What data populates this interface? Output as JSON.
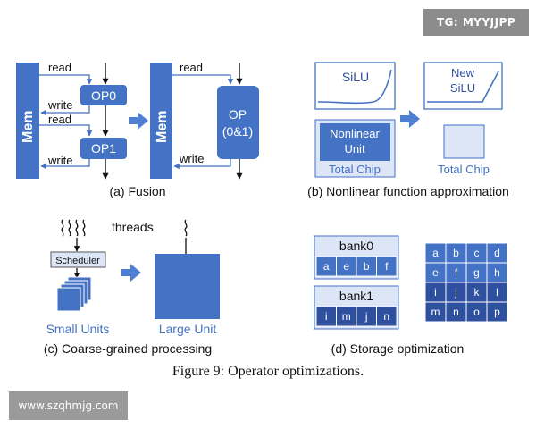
{
  "watermark_top": "TG: MYYJJPP",
  "watermark_bottom": "www.szqhmjg.com",
  "figure_caption": "Figure 9: Operator optimizations.",
  "colors": {
    "blue": "#4472c4",
    "dark_blue": "#2f4f9f",
    "light_blue": "#dde6f7",
    "line": "#4472c4",
    "arrow_fill": "#4f7fd3"
  },
  "panel_a": {
    "caption": "(a) Fusion",
    "mem_label": "Mem",
    "read": "read",
    "write": "write",
    "op0": "OP0",
    "op1": "OP1",
    "mem2_label": "Mem",
    "op_fused_line1": "OP",
    "op_fused_line2": "(0&1)"
  },
  "panel_b": {
    "caption": "(b) Nonlinear function approximation",
    "silu": "SiLU",
    "new_silu_line1": "New",
    "new_silu_line2": "SiLU",
    "nonlinear_line1": "Nonlinear",
    "nonlinear_line2": "Unit",
    "total_chip_left": "Total Chip",
    "total_chip_right": "Total Chip"
  },
  "panel_c": {
    "caption": "(c) Coarse-grained processing",
    "threads": "threads",
    "scheduler": "Scheduler",
    "small_units": "Small Units",
    "large_unit": "Large Unit"
  },
  "panel_d": {
    "caption": "(d) Storage optimization",
    "bank0_label": "bank0",
    "bank0_cells": [
      "a",
      "e",
      "b",
      "f"
    ],
    "bank1_label": "bank1",
    "bank1_cells": [
      "i",
      "m",
      "j",
      "n"
    ],
    "grid": [
      [
        "a",
        "b",
        "c",
        "d"
      ],
      [
        "e",
        "f",
        "g",
        "h"
      ],
      [
        "i",
        "j",
        "k",
        "l"
      ],
      [
        "m",
        "n",
        "o",
        "p"
      ]
    ]
  }
}
